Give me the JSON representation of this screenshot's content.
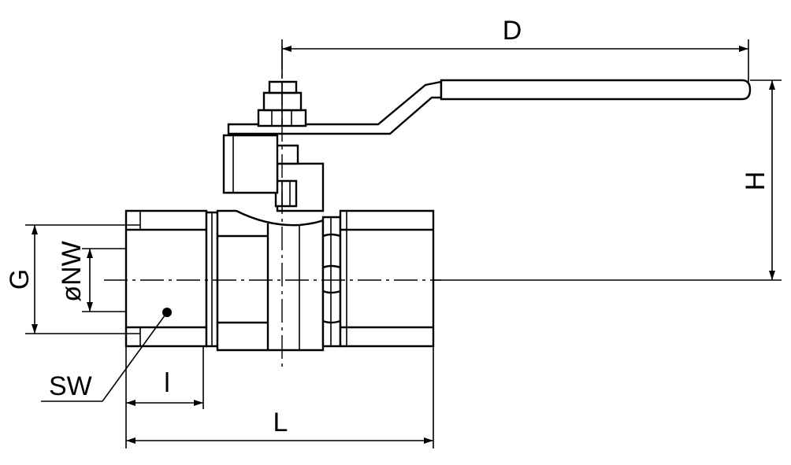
{
  "dimensions": {
    "D": "D",
    "H": "H",
    "G": "G",
    "NW": "øNW",
    "SW": "SW",
    "l": "l",
    "L": "L"
  },
  "colors": {
    "line": "#000000",
    "background": "#ffffff"
  }
}
